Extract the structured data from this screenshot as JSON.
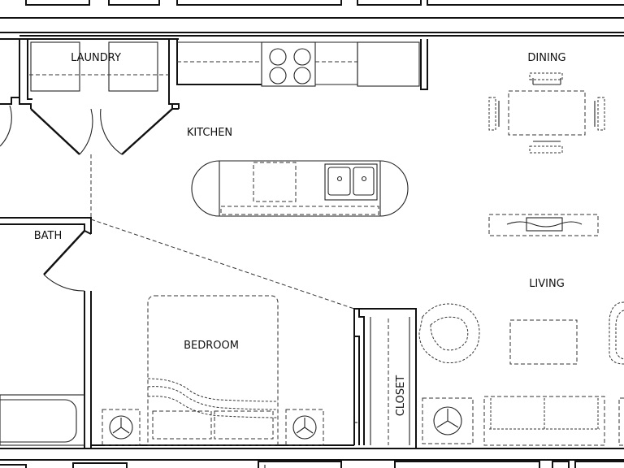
{
  "rooms": {
    "laundry": "LAUNDRY",
    "kitchen": "KITCHEN",
    "dining": "DINING",
    "living": "LIVING",
    "bath": "BATH",
    "bedroom": "BEDROOM",
    "closet": "CLOSET"
  },
  "colors": {
    "line": "#111111",
    "background": "#ffffff"
  }
}
